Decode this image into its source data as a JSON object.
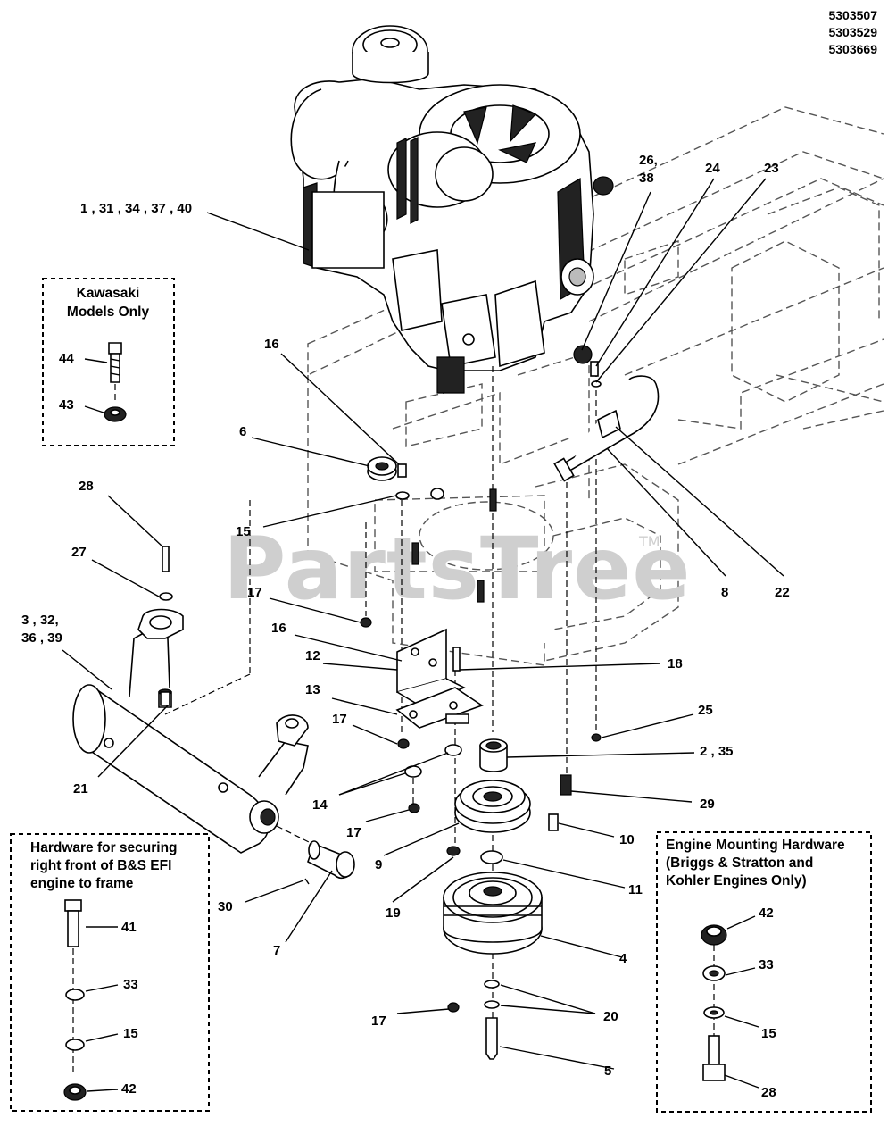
{
  "part_numbers": [
    "5303507",
    "5303529",
    "5303669"
  ],
  "watermark": {
    "text": "PartsTree",
    "tm": "TM"
  },
  "callouts": {
    "c1": "1 , 31 , 34 , 37 , 40",
    "c26": "26,",
    "c38": "38",
    "c24": "24",
    "c23": "23",
    "c16a": "16",
    "c6": "6",
    "c28": "28",
    "c15": "15",
    "c27": "27",
    "c17a": "17",
    "c3a": "3 , 32,",
    "c3b": "36 , 39",
    "c16b": "16",
    "c12": "12",
    "c13": "13",
    "c18": "18",
    "c17b": "17",
    "c14": "14",
    "c17c": "17",
    "c21": "21",
    "c8": "8",
    "c22": "22",
    "c25": "25",
    "c2": "2 , 35",
    "c29": "29",
    "c10": "10",
    "c9": "9",
    "c11": "11",
    "c19": "19",
    "c30": "30",
    "c7": "7",
    "c4": "4",
    "c17d": "17",
    "c20": "20",
    "c5": "5"
  },
  "kawasaki_box": {
    "title_line1": "Kawasaki",
    "title_line2": "Models Only",
    "c44": "44",
    "c43": "43"
  },
  "efi_box": {
    "title_line1": "Hardware for securing",
    "title_line2": "right front of B&S EFI",
    "title_line3": "engine to frame",
    "c41": "41",
    "c33": "33",
    "c15": "15",
    "c42": "42"
  },
  "engine_box": {
    "title_line1": "Engine Mounting Hardware",
    "title_line2": "(Briggs & Stratton and",
    "title_line3": "Kohler Engines Only)",
    "c42": "42",
    "c33": "33",
    "c15": "15",
    "c28": "28"
  }
}
